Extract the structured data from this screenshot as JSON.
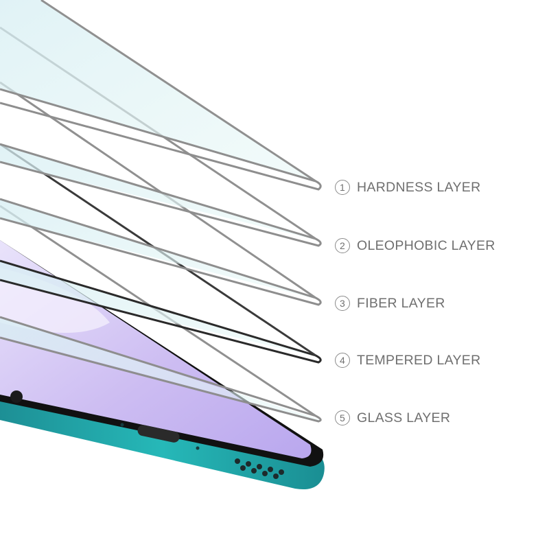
{
  "layers": [
    {
      "number": "1",
      "name": "HARDNESS LAYER"
    },
    {
      "number": "2",
      "name": "OLEOPHOBIC LAYER"
    },
    {
      "number": "3",
      "name": "FIBER LAYER"
    },
    {
      "number": "4",
      "name": "TEMPERED LAYER"
    },
    {
      "number": "5",
      "name": "GLASS LAYER"
    }
  ],
  "colors": {
    "background": "#ffffff",
    "glass_tint": "#dff3f4",
    "glass_edge": "#8e8e8e",
    "phone_frame": "#1fa9ad",
    "screen_violet": "#c9b8f0",
    "label_text": "#6f6f6f"
  }
}
